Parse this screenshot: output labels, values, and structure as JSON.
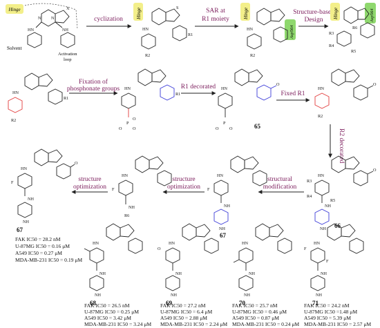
{
  "steps": {
    "cyclization": "cyclization",
    "sar_line1": "SAR at",
    "sar_line2": "R1 moiety",
    "structure_line1": "Structure-based",
    "structure_line2": "Design",
    "fixation_line1": "Fixation of",
    "fixation_line2": "phosphonate groups",
    "r1_decorated": "R1 decorated",
    "fixed_r1": "Fixed R1",
    "r2_decorated": "R2 decorated",
    "structural_line1": "structural",
    "structural_line2": "modification",
    "opt_a_line1": "structure",
    "opt_a_line2": "optimization",
    "opt_b_line1": "structure",
    "opt_b_line2": "optimization"
  },
  "labels": {
    "hinge": "Hinge",
    "asp564": "Asp564",
    "solvent": "Solvent",
    "activation_loop_1": "Activation",
    "activation_loop_2": "loop",
    "r1": "R1",
    "r2": "R2",
    "r3": "R3",
    "r4": "R4",
    "r5": "R5",
    "r6": "R6"
  },
  "compounds": {
    "c65": "65",
    "c66": "66",
    "c67_mid": "67",
    "c67": "67",
    "c68": "68",
    "c69": "69",
    "c70": "70",
    "c71": "71"
  },
  "activity": {
    "c67": [
      "FAK IC50 = 28.2 nM",
      "U-87MG IC50 = 0.16 μM",
      "A549 IC50 = 0.27 μM",
      "MDA-MB-231 IC50 = 0.19 μM"
    ],
    "c68": [
      "FAK IC50 = 26.5 nM",
      "U-87MG IC50 = 0.25 μM",
      "A549 IC50 = 3.42 μM",
      "MDA-MB-231 IC50 = 3.24 μM"
    ],
    "c69": [
      "FAK IC50 = 27.2 nM",
      "U-87MG IC50 = 6.4 μM",
      "A549 IC50 = 2.88 μM",
      "MDA-MB-231 IC50 = 2.24 μM"
    ],
    "c70": [
      "FAK IC50 = 25.7 nM",
      "U-87MG IC50 = 0.46 μM",
      "A549 IC50 = 0.87 μM",
      "MDA-MB-231 IC50 = 0.24 μM"
    ],
    "c71": [
      "FAK IC50 = 24.2 nM",
      "U-87MG IC50 =1.48 μM",
      "A549 IC50 = 5.39 μM",
      "MDA-MB-231 IC50 = 2.57 μM"
    ]
  },
  "colors": {
    "hinge": "#f3ef8a",
    "asp564": "#8fd86e",
    "step_text": "#7a1a5a",
    "highlight_red": "#e23b3b",
    "highlight_blue": "#3a3ad8"
  }
}
